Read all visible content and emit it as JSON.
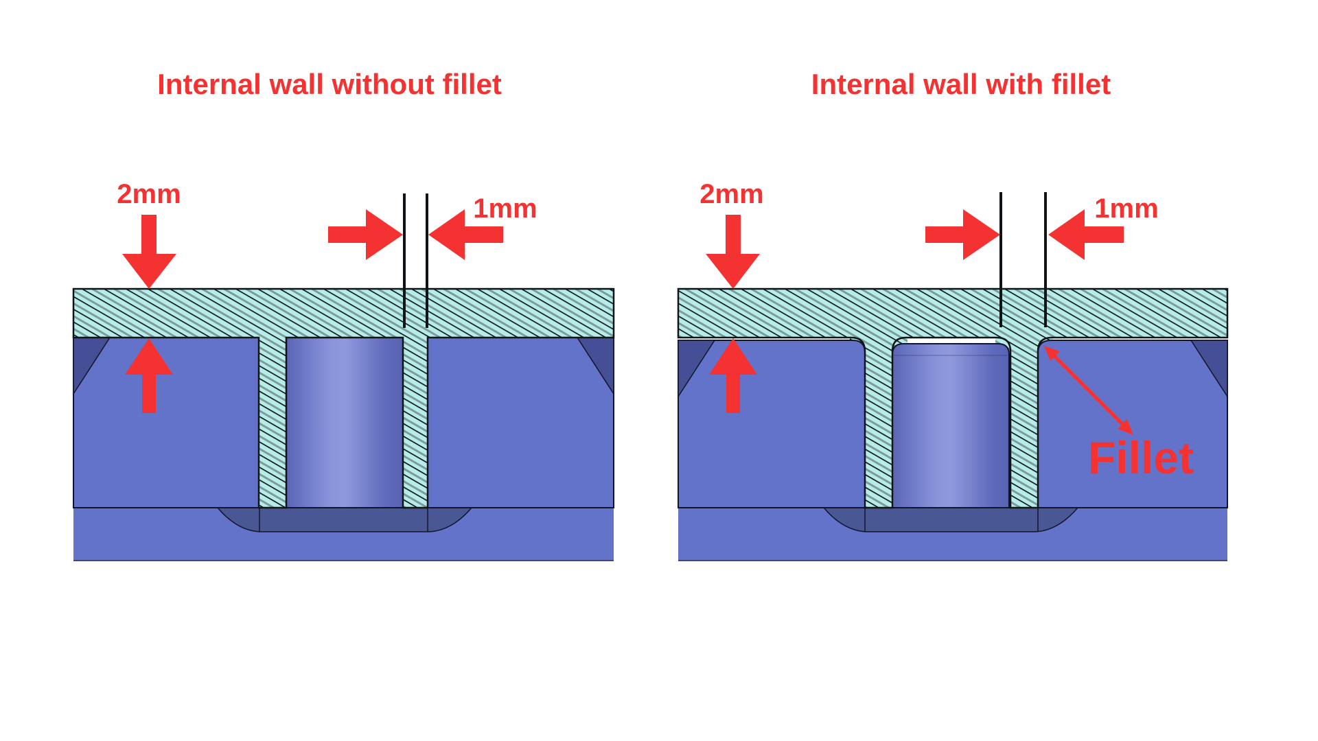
{
  "figure": {
    "description": "Comparison of 3D-printed internal wall cross-sections",
    "left_diagram": {
      "title": "Internal wall without fillet",
      "top_wall_thickness_label": "2mm",
      "internal_wall_thickness_label": "1mm"
    },
    "right_diagram": {
      "title": "Internal wall with fillet",
      "top_wall_thickness_label": "2mm",
      "internal_wall_thickness_label": "1mm",
      "fillet_label": "Fillet"
    },
    "colors": {
      "annotation_red": "#f43232",
      "section_hatch_fill": "#b5edea",
      "hatch_line_dark": "#101416",
      "hatch_line_gray": "#7e9b99",
      "body_blue": "#6473ca",
      "boss_highlight_blue": "#8f99dc",
      "recess_dark_blue": "#4a5795",
      "chamfer_dark_blue": "#454f96",
      "outline_black": "#10152b",
      "background": "#ffffff"
    }
  }
}
